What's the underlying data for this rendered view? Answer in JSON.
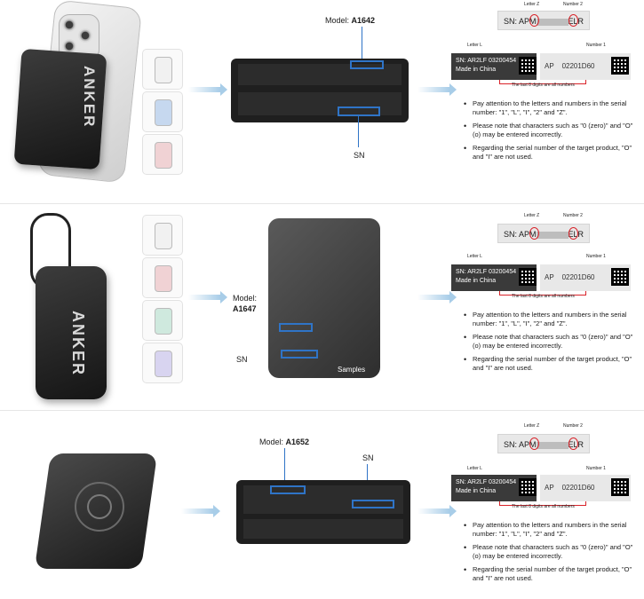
{
  "serial_example": {
    "letter_z": "Letter Z",
    "number_2": "Number 2",
    "letter_l": "Letter L",
    "number_1": "Number 1",
    "sn_top": "SN: APM",
    "sn_top_tail": "ELR",
    "sn_left_line1": "SN: AR2LF",
    "sn_left_number": "03200454",
    "sn_left_line2": "Made in China",
    "sn_right_prefix": "AP",
    "sn_right_number": "02201D60",
    "bracket_note": "The last 8 digits are all numbers"
  },
  "notes": [
    "Pay attention to the letters and numbers in the serial number: \"1\", \"L\", \"I\", \"2\" and \"Z\".",
    "Please note that characters such as \"0 (zero)\" and \"O\" (o) may be entered incorrectly.",
    "Regarding the serial number of the target product, \"O\" and \"I\" are not used."
  ],
  "section1": {
    "brand": "ANKER",
    "model_prefix": "Model: ",
    "model": "A1642",
    "sn_label": "SN"
  },
  "section2": {
    "brand": "ANKER",
    "model_prefix": "Model:",
    "model": "A1647",
    "sn_label": "SN",
    "samples": "Samples"
  },
  "section3": {
    "model_prefix": "Model: ",
    "model": "A1652",
    "sn_label": "SN"
  },
  "colors": {
    "highlight": "#2f74c7",
    "red": "#d9232a",
    "arrow": "#a8cde8"
  }
}
